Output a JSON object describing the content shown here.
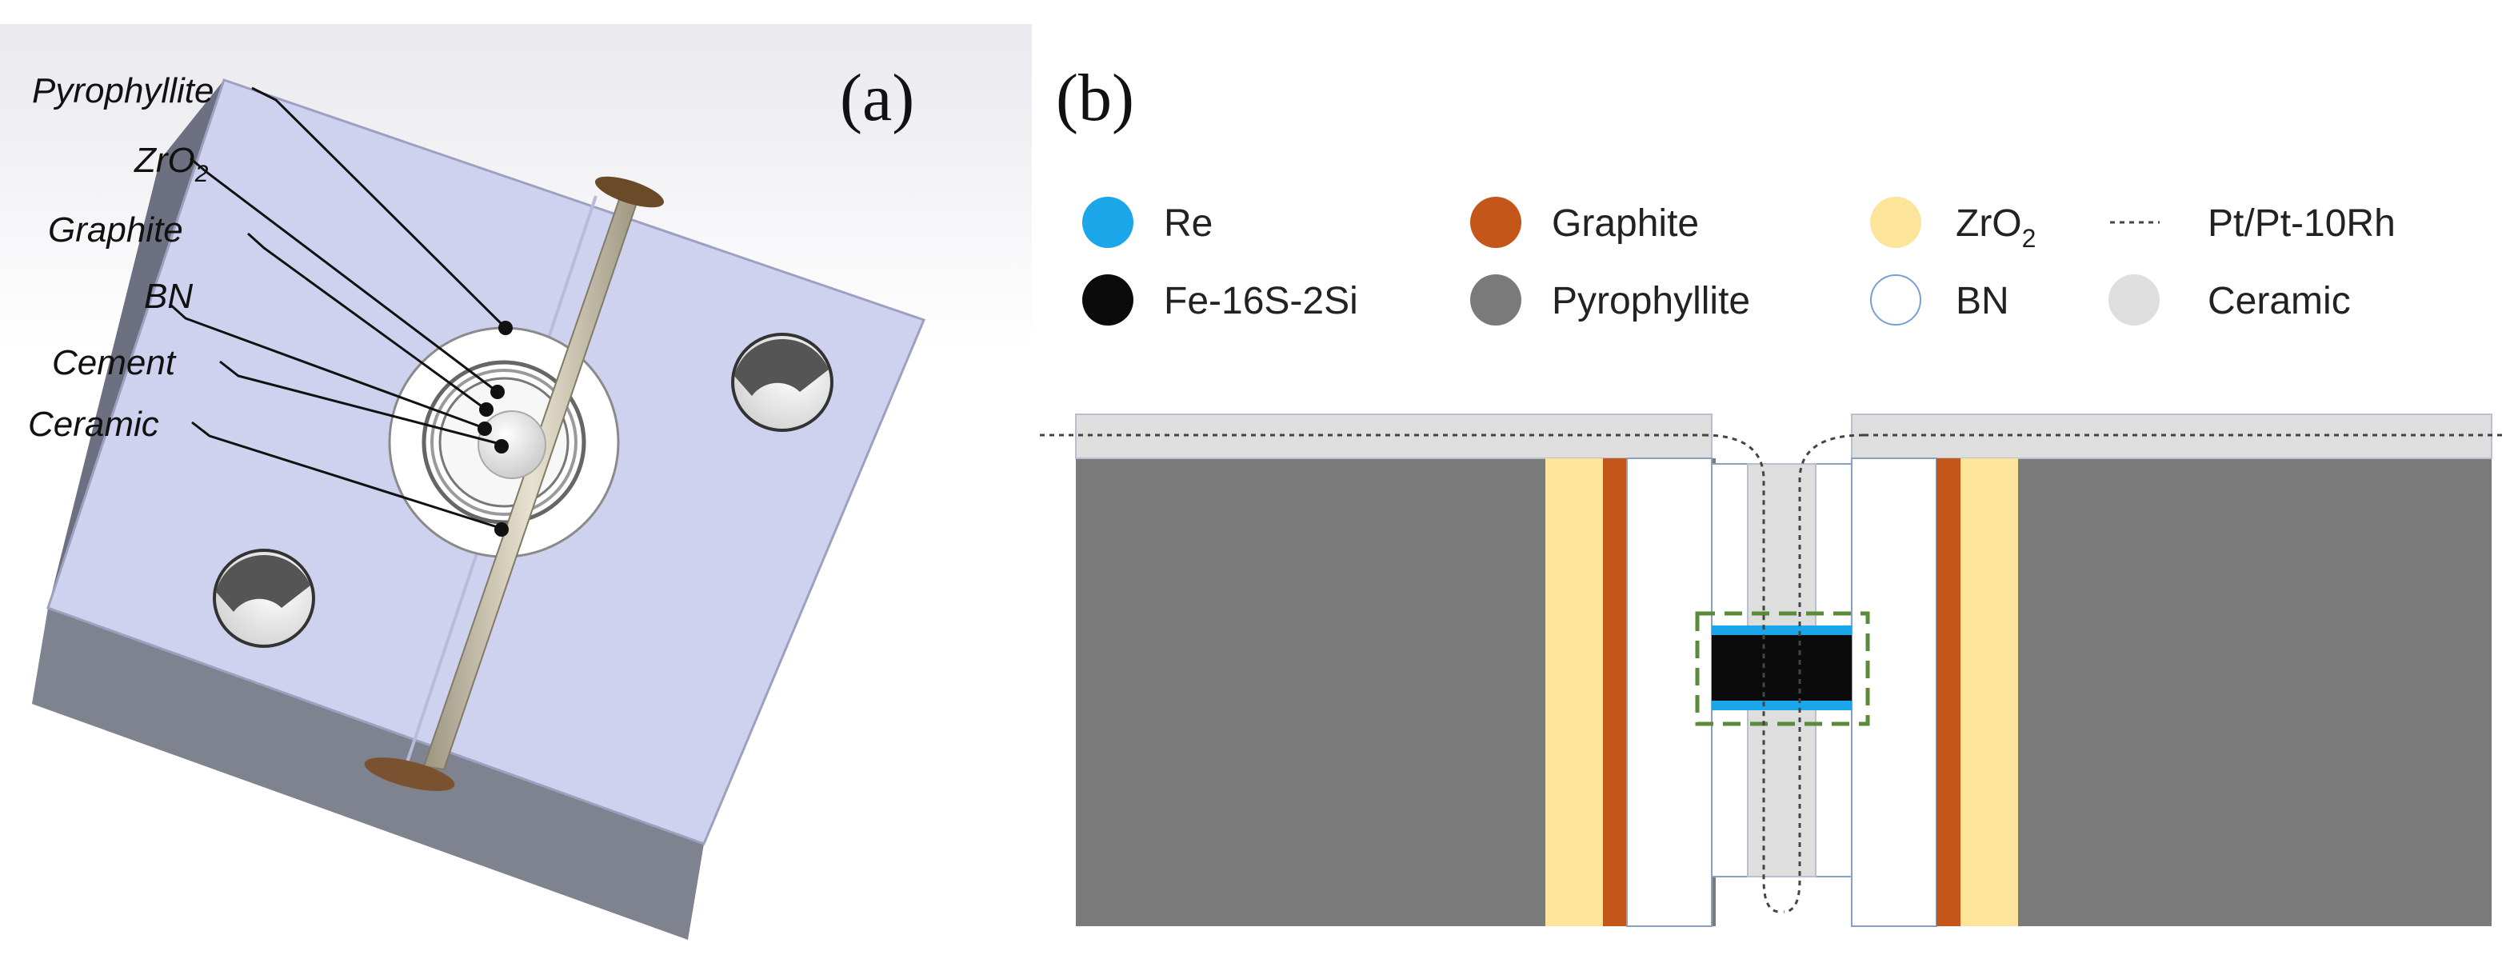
{
  "panel_a": {
    "tag": "(a)",
    "labels": {
      "pyrophyllite": "Pyrophyllite",
      "zro2_base": "ZrO",
      "zro2_sub": "2",
      "graphite": "Graphite",
      "bn": "BN",
      "cement": "Cement",
      "ceramic": "Ceramic"
    }
  },
  "panel_b": {
    "tag": "(b)",
    "legend": {
      "re": "Re",
      "fe": "Fe-16S-2Si",
      "graphite": "Graphite",
      "pyrophyllite": "Pyrophyllite",
      "zro2_base": "ZrO",
      "zro2_sub": "2",
      "bn": "BN",
      "pt": "Pt/Pt-10Rh",
      "ceramic": "Ceramic"
    }
  },
  "colors": {
    "re": "#1aa6e8",
    "fe": "#0b0b0b",
    "graphite": "#c4561a",
    "pyrophyllite": "#7a7a7a",
    "zro2": "#fde49b",
    "bn": "#ffffff",
    "ceramic": "#dedede",
    "cube_face": "#cfd2ef",
    "cube_dark": "#7f828f",
    "capsule_outline": "#5b8a3a"
  }
}
